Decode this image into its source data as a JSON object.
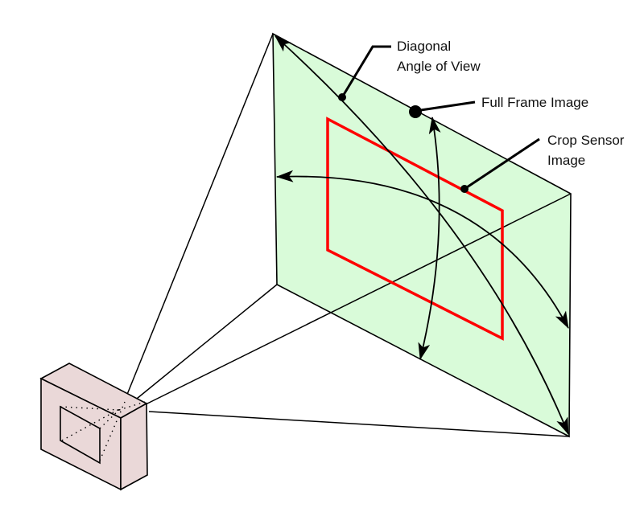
{
  "labels": {
    "diagonal_line1": "Diagonal",
    "diagonal_line2": "Angle of View",
    "full_frame": "Full Frame Image",
    "crop_line1": "Crop Sensor",
    "crop_line2": "Image"
  },
  "colors": {
    "image_plane": "#d9fbd9",
    "crop_frame": "#ff0000",
    "camera_body": "#ead8d8",
    "lines": "#000000"
  }
}
